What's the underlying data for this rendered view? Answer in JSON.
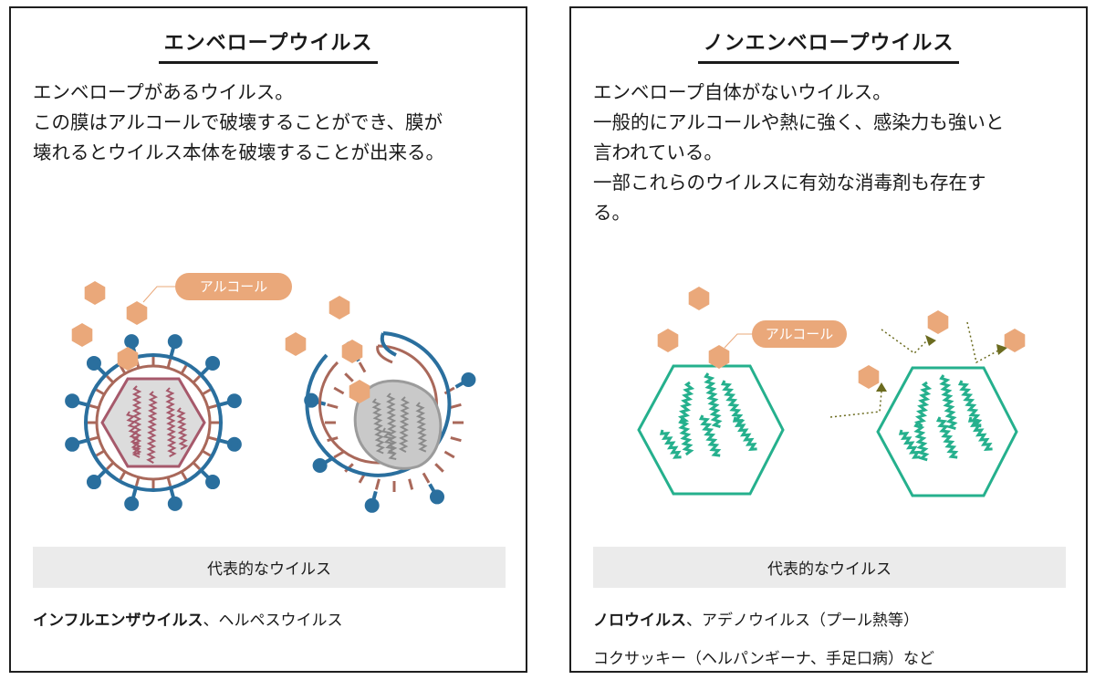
{
  "left": {
    "title": "エンベロープウイルス",
    "desc_lines": [
      "エンベロープがあるウイルス。",
      "この膜はアルコールで破壊することができ、膜が",
      "壊れるとウイルス本体を破壊することが出来る。"
    ],
    "alcohol_label": "アルコール",
    "representative_label": "代表的なウイルス",
    "examples_bold": "インフルエンザウイルス",
    "examples_rest": "、ヘルペスウイルス"
  },
  "right": {
    "title": "ノンエンベロープウイルス",
    "desc_lines": [
      "エンベロープ自体がないウイルス。",
      "一般的にアルコールや熱に強く、感染力も強いと",
      "言われている。",
      "一部これらのウイルスに有効な消毒剤も存在す",
      "る。"
    ],
    "alcohol_label": "アルコール",
    "representative_label": "代表的なウイルス",
    "examples_line1_bold": "ノロウイルス",
    "examples_line1_rest": "、アデノウイルス（プール熱等）",
    "examples_line2": "コクサッキー（ヘルパンギーナ、手足口病）など"
  },
  "colors": {
    "alcohol": "#eaa87a",
    "envelope_blue": "#2a6f9e",
    "membrane_brown": "#a9685a",
    "capsid_purple": "#a6596b",
    "capsid_fill": "#dcdcdc",
    "broken_gray": "#9b9b9b",
    "teal": "#25b08d",
    "arrow_olive": "#6b6b1f"
  }
}
